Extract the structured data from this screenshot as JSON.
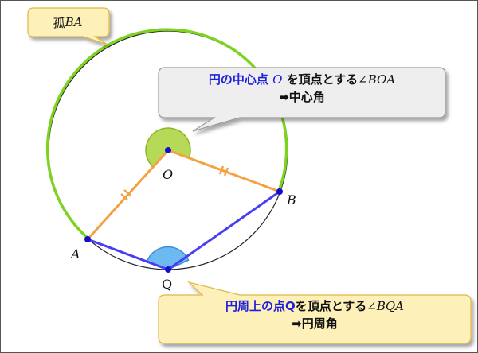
{
  "labels": {
    "O": "O",
    "A": "A",
    "B": "B",
    "Q": "Q"
  },
  "arc_callout": {
    "prefix": "孤",
    "arc_name": "BA"
  },
  "center_callout": {
    "highlight": "円の中心点",
    "point": "O",
    "text_mid": "を頂点とする",
    "angle": "∠BOA",
    "result": "➡中心角"
  },
  "inscribed_callout": {
    "highlight": "円周上の点Q",
    "text_mid": "を頂点とする",
    "angle": "∠BQA",
    "result": "➡円周角"
  },
  "colors": {
    "circle": "#222222",
    "arc_highlight": "#7ed321",
    "radius": "#f5a142",
    "chord": "#4a3ff0",
    "point": "#1010c8",
    "center_angle_fill": "#b6d957",
    "inscribed_angle_fill": "#6db9f2",
    "center_callout_bg": "#eeeeee",
    "yellow_callout_bg": "#fdf0b8"
  }
}
